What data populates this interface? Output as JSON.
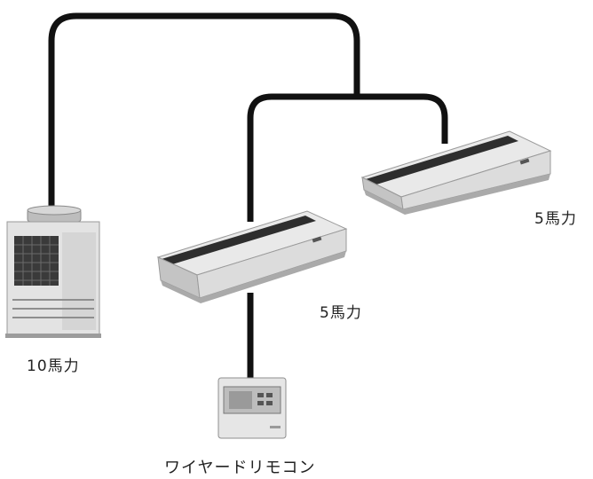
{
  "labels": {
    "outdoor_unit": "10馬力",
    "indoor_unit_center": "5馬力",
    "indoor_unit_right": "5馬力",
    "remote": "ワイヤードリモコン"
  },
  "colors": {
    "pipe": "#111111",
    "unit_body": "#e4e4e4",
    "unit_shadow": "#a8a8a8",
    "grille": "#3a3a3a"
  }
}
